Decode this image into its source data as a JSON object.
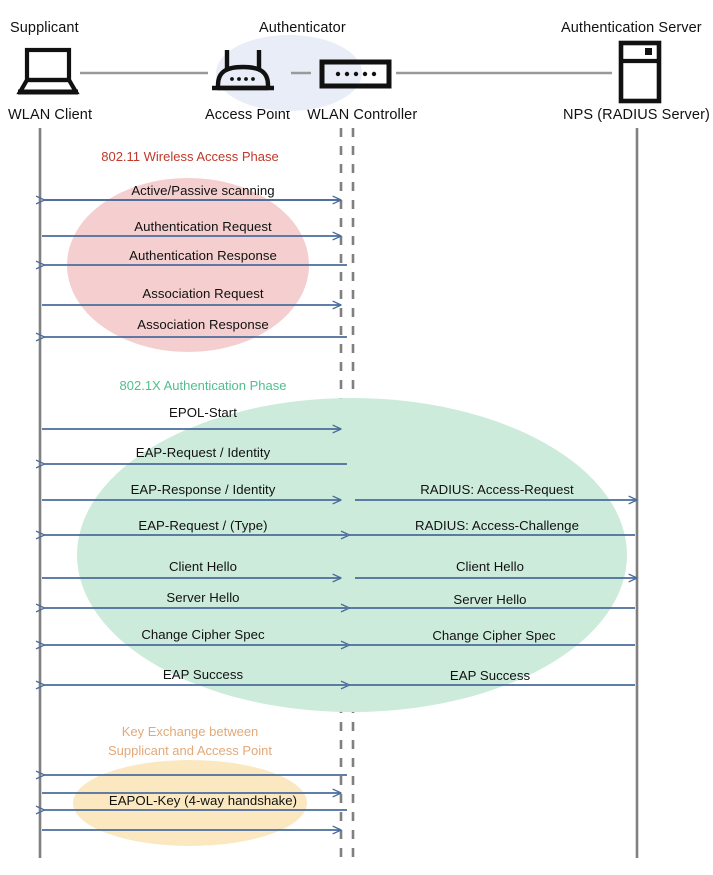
{
  "title": "802.1X / WPA2-Enterprise WLAN authentication sequence",
  "colors": {
    "lifeline": "#808080",
    "arrow": "#4A6D9B",
    "phase_wireless": "#C0392B",
    "phase_dot1x": "#4FBF8B",
    "phase_keyexchange": "#E3A977",
    "ellipse_wireless": "#F5CDCD",
    "ellipse_dot1x": "#CCEBDA",
    "ellipse_keyexchange": "#FBE8C0",
    "authenticator_blob": "#E8ECF7",
    "device_link": "#808080",
    "icon_stroke": "#111111",
    "text": "#111111"
  },
  "actors": [
    {
      "role": "Supplicant",
      "name": "WLAN Client",
      "icon": "laptop-icon"
    },
    {
      "role": "Authenticator",
      "name": "Access Point",
      "icon": "wireless-router-icon"
    },
    {
      "role": "",
      "name": "WLAN Controller",
      "icon": "network-switch-icon"
    },
    {
      "role": "Authentication Server",
      "name": "NPS (RADIUS Server)",
      "icon": "server-tower-icon"
    }
  ],
  "phases": [
    {
      "id": "wireless-access-phase",
      "label": "802.11 Wireless Access Phase",
      "color_key": "phase_wireless"
    },
    {
      "id": "dot1x-authentication-phase",
      "label": "802.1X Authentication Phase",
      "color_key": "phase_dot1x"
    },
    {
      "id": "key-exchange-phase",
      "label_line1": "Key Exchange between",
      "label_line2": "Supplicant and Access Point",
      "color_key": "phase_keyexchange"
    }
  ],
  "messages": {
    "left_segment": [
      {
        "label": "Active/Passive scanning",
        "direction": "left",
        "phase": "wireless-access-phase"
      },
      {
        "label": "Authentication Request",
        "direction": "right",
        "phase": "wireless-access-phase"
      },
      {
        "label": "Authentication Response",
        "direction": "left",
        "phase": "wireless-access-phase"
      },
      {
        "label": "Association Request",
        "direction": "right",
        "phase": "wireless-access-phase"
      },
      {
        "label": "Association Response",
        "direction": "left",
        "phase": "wireless-access-phase"
      },
      {
        "label": "EPOL-Start",
        "direction": "right",
        "phase": "dot1x-authentication-phase"
      },
      {
        "label": "EAP-Request / Identity",
        "direction": "left",
        "phase": "dot1x-authentication-phase"
      },
      {
        "label": "EAP-Response / Identity",
        "direction": "right",
        "phase": "dot1x-authentication-phase"
      },
      {
        "label": "EAP-Request / (Type)",
        "direction": "left",
        "phase": "dot1x-authentication-phase"
      },
      {
        "label": "Client Hello",
        "direction": "right",
        "phase": "dot1x-authentication-phase"
      },
      {
        "label": "Server Hello",
        "direction": "left",
        "phase": "dot1x-authentication-phase"
      },
      {
        "label": "Change Cipher Spec",
        "direction": "left",
        "phase": "dot1x-authentication-phase"
      },
      {
        "label": "EAP Success",
        "direction": "left",
        "phase": "dot1x-authentication-phase"
      },
      {
        "label": "",
        "direction": "left",
        "phase": "key-exchange-phase"
      },
      {
        "label": "",
        "direction": "right",
        "phase": "key-exchange-phase"
      },
      {
        "label": "EAPOL-Key (4-way handshake)",
        "direction": "left",
        "phase": "key-exchange-phase"
      },
      {
        "label": "",
        "direction": "right",
        "phase": "key-exchange-phase"
      }
    ],
    "right_segment": [
      {
        "label": "RADIUS: Access-Request",
        "direction": "right",
        "phase": "dot1x-authentication-phase"
      },
      {
        "label": "RADIUS: Access-Challenge",
        "direction": "left",
        "phase": "dot1x-authentication-phase"
      },
      {
        "label": "Client Hello",
        "direction": "right",
        "phase": "dot1x-authentication-phase"
      },
      {
        "label": "Server Hello",
        "direction": "left",
        "phase": "dot1x-authentication-phase"
      },
      {
        "label": "Change Cipher Spec",
        "direction": "left",
        "phase": "dot1x-authentication-phase"
      },
      {
        "label": "EAP Success",
        "direction": "left",
        "phase": "dot1x-authentication-phase"
      }
    ]
  }
}
